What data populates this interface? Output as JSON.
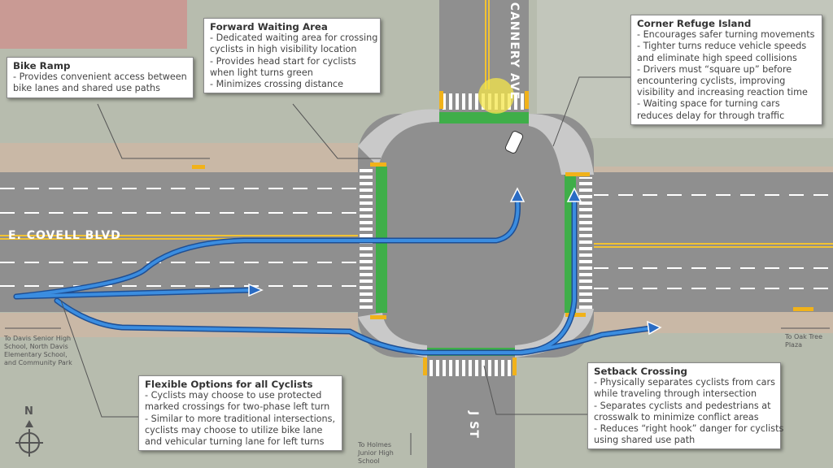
{
  "streets": {
    "east_west": "E. COVELL BLVD",
    "north": "CANNERY AVE",
    "south": "J ST"
  },
  "destinations": {
    "west": "To Davis Senior High School, North Davis Elementary School, and Community Park",
    "east": "To Oak Tree Plaza",
    "south": "To Holmes Junior High School"
  },
  "callouts": {
    "bike_ramp": {
      "title": "Bike Ramp",
      "lines": [
        "- Provides convenient access between",
        "bike lanes and shared use paths"
      ]
    },
    "forward_waiting": {
      "title": "Forward Waiting Area",
      "lines": [
        "- Dedicated waiting area for crossing",
        "cyclists in high visibility location",
        "- Provides head start for cyclists",
        "when light turns green",
        "- Minimizes crossing distance"
      ]
    },
    "corner_refuge": {
      "title": "Corner Refuge Island",
      "lines": [
        "- Encourages safer turning movements",
        "- Tighter turns reduce vehicle speeds",
        "and eliminate high speed collisions",
        "- Drivers must “square up” before",
        "encountering cyclists, improving",
        "visibility and increasing reaction time",
        "- Waiting space for turning cars",
        "reduces delay for through traffic"
      ]
    },
    "flexible": {
      "title": "Flexible Options for all Cyclists",
      "lines": [
        "- Cyclists may choose to use protected",
        "marked crossings for two-phase left turn",
        "- Similar to more traditional intersections,",
        "cyclists may choose to utilize bike lane",
        "and vehicular turning lane for left turns"
      ]
    },
    "setback": {
      "title": "Setback Crossing",
      "lines": [
        "- Physically separates cyclists from cars",
        "while traveling through intersection",
        "- Separates cyclists and pedestrians at",
        "crosswalk to minimize conflict areas",
        "- Reduces “right hook” danger for cyclists",
        "using shared use path"
      ]
    }
  },
  "compass": "N",
  "colors": {
    "road": "#8f8f8f",
    "bike_green": "#3fae49",
    "path_blue": "#2a6cc4",
    "curb_yellow": "#f1b21a",
    "sidewalk": "#c9b8a6"
  }
}
